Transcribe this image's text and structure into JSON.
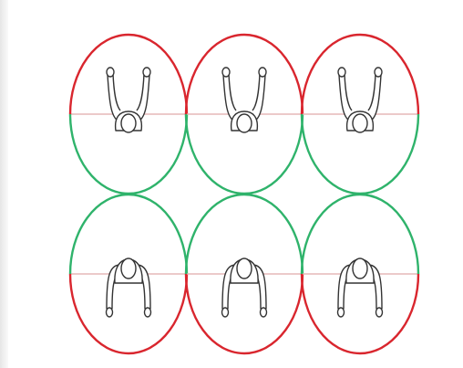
{
  "colors": {
    "background": "#ffffff",
    "arm_side_arc": "#d9262e",
    "opposite_arc": "#2fb36b",
    "divider_line": "#e6b8b8",
    "figure_stroke": "#333333",
    "figure_fill": "#ffffff"
  },
  "grid": {
    "rows": [
      {
        "orientation": "arms-up",
        "cells": 3
      },
      {
        "orientation": "arms-down",
        "cells": 3
      }
    ]
  }
}
